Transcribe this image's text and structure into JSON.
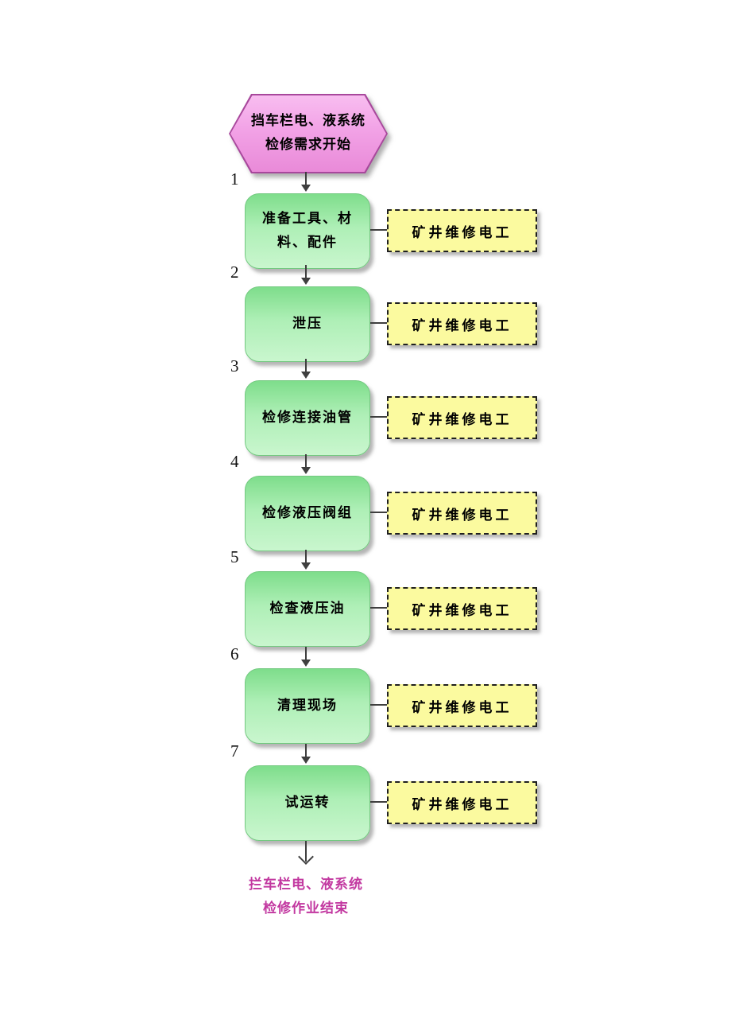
{
  "flow": {
    "start": {
      "line1": "挡车栏电、液系统",
      "line2": "检修需求开始"
    },
    "steps": [
      {
        "number": "1",
        "label": "准备工具、材料、配件",
        "role": "矿井维修电工"
      },
      {
        "number": "2",
        "label": "泄压",
        "role": "矿井维修电工"
      },
      {
        "number": "3",
        "label": "检修连接油管",
        "role": "矿井维修电工"
      },
      {
        "number": "4",
        "label": "检修液压阀组",
        "role": "矿井维修电工"
      },
      {
        "number": "5",
        "label": "检查液压油",
        "role": "矿井维修电工"
      },
      {
        "number": "6",
        "label": "清理现场",
        "role": "矿井维修电工"
      },
      {
        "number": "7",
        "label": "试运转",
        "role": "矿井维修电工"
      }
    ],
    "end": {
      "line1": "拦车栏电、液系统",
      "line2": "检修作业结束"
    },
    "colors": {
      "start_fill": "#f2a2e6",
      "start_border": "#a8489c",
      "step_fill": "#aeefb6",
      "role_fill": "#fbfa9f",
      "arrow": "#3f3f3f",
      "end_text": "#c238a0"
    }
  }
}
